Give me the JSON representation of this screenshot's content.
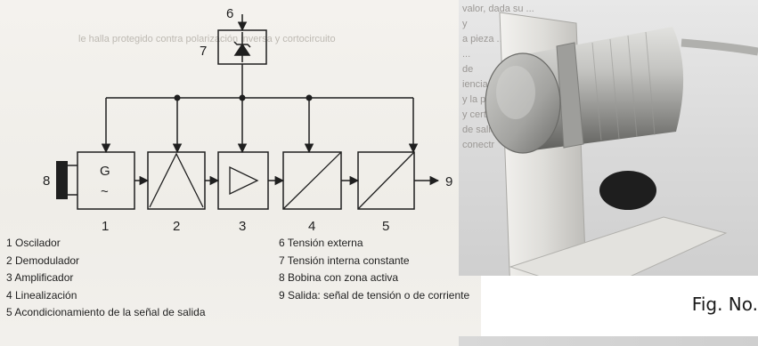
{
  "background_text": {
    "ghost_line": "le halla protegido contra polarización inversa y cortocircuito",
    "photo_lines": [
      "valor, dada su ...",
      "y",
      "a pieza ...",
      "...",
      "de",
      "iencia",
      "",
      "",
      "",
      "y la precisión de",
      "y certificado por calibración",
      "",
      "",
      "de salida",
      "conectr"
    ]
  },
  "diagram": {
    "blocks": [
      {
        "id": "1",
        "symbol": "G",
        "subsymbol": "~",
        "number": "1"
      },
      {
        "id": "2",
        "symbol": "demodulator",
        "number": "2"
      },
      {
        "id": "3",
        "symbol": "amplifier",
        "number": "3"
      },
      {
        "id": "4",
        "symbol": "linearizer",
        "number": "4"
      },
      {
        "id": "5",
        "symbol": "converter",
        "number": "5"
      }
    ],
    "labels": {
      "external_voltage": "6",
      "internal_voltage": "7",
      "coil": "8",
      "output": "9"
    }
  },
  "legend_left": [
    "1 Oscilador",
    "2 Demodulador",
    "3 Amplificador",
    "4 Linealización",
    "5 Acondicionamiento de la señal de salida"
  ],
  "legend_right": [
    "6 Tensión externa",
    "7 Tensión interna constante",
    "8 Bobina con zona activa",
    "9 Salida: señal de tensión o de corriente"
  ],
  "figure_caption": "Fig. No.",
  "colors": {
    "ink": "#1f1f1f",
    "paper": "#f2f0ec",
    "sensor_metal": "#b9b9b6",
    "mount_plate": "#d8d6d2"
  }
}
